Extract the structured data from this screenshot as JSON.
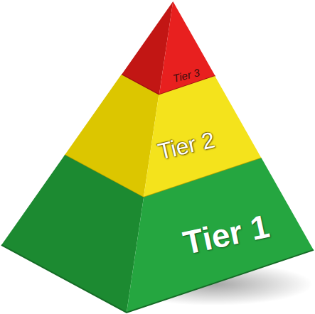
{
  "diagram": {
    "nodes": [
      {
        "text": [
          "Tier 3"
        ]
      },
      {
        "text": [
          "Tier 2"
        ]
      },
      {
        "text": [
          "Tier 1"
        ]
      }
    ]
  }
}
